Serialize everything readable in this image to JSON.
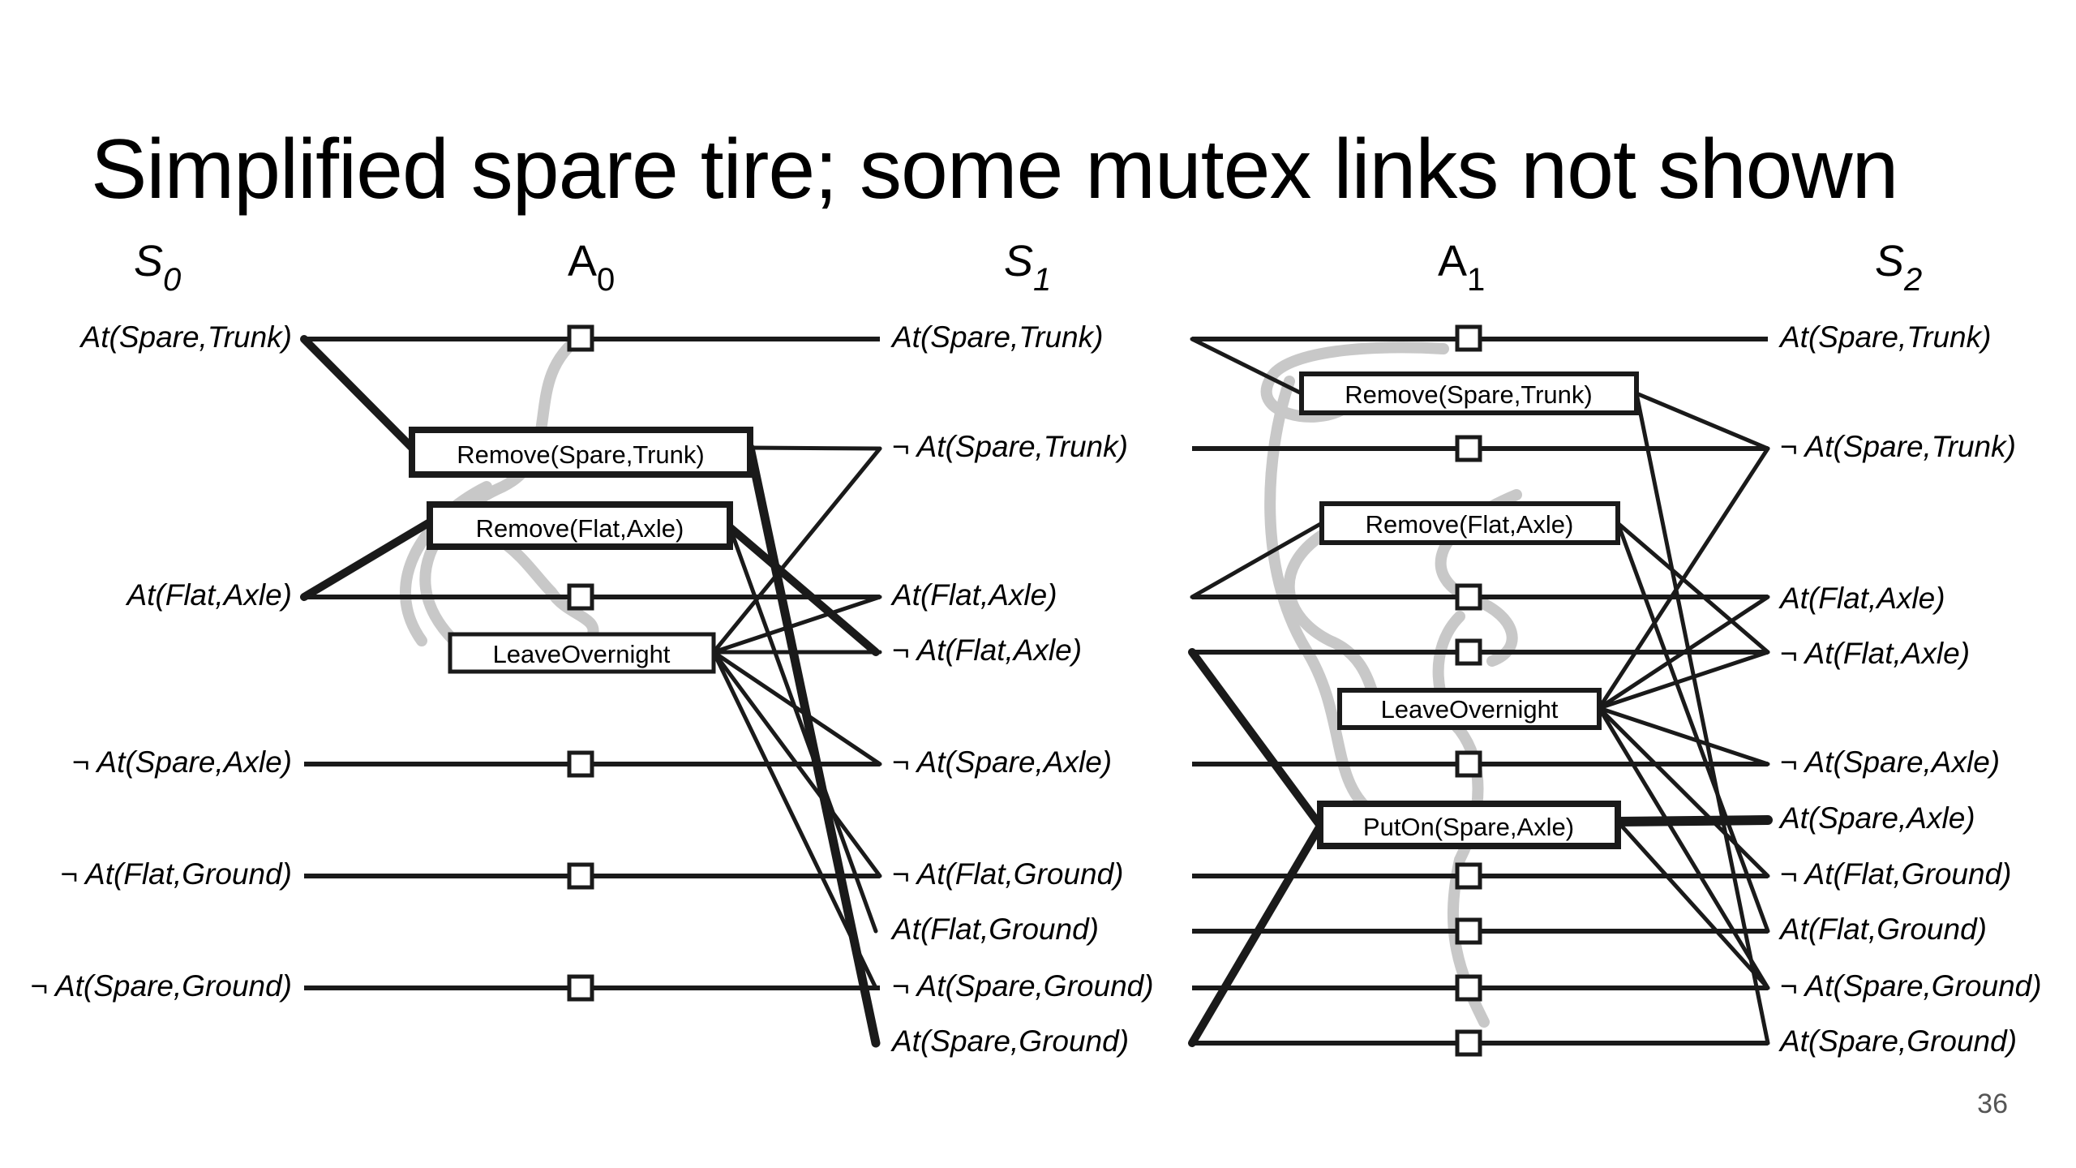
{
  "title": "Simplified spare tire; some mutex links not shown",
  "page_number": "36",
  "levels": [
    {
      "letter": "S",
      "sub": "0"
    },
    {
      "letter": "A",
      "sub": "0"
    },
    {
      "letter": "S",
      "sub": "1"
    },
    {
      "letter": "A",
      "sub": "1"
    },
    {
      "letter": "S",
      "sub": "2"
    }
  ],
  "s0": [
    "At(Spare,Trunk)",
    "At(Flat,Axle)",
    "¬ At(Spare,Axle)",
    "¬ At(Flat,Ground)",
    "¬ At(Spare,Ground)"
  ],
  "s1": [
    "At(Spare,Trunk)",
    "¬ At(Spare,Trunk)",
    "At(Flat,Axle)",
    "¬ At(Flat,Axle)",
    "¬ At(Spare,Axle)",
    "¬ At(Flat,Ground)",
    "At(Flat,Ground)",
    "¬ At(Spare,Ground)",
    "At(Spare,Ground)"
  ],
  "s2": [
    "At(Spare,Trunk)",
    "¬ At(Spare,Trunk)",
    "At(Flat,Axle)",
    "¬ At(Flat,Axle)",
    "¬ At(Spare,Axle)",
    "At(Spare,Axle)",
    "¬ At(Flat,Ground)",
    "At(Flat,Ground)",
    "¬ At(Spare,Ground)",
    "At(Spare,Ground)"
  ],
  "a0_actions": [
    "Remove(Spare,Trunk)",
    "Remove(Flat,Axle)",
    "LeaveOvernight"
  ],
  "a1_actions": [
    "Remove(Spare,Trunk)",
    "Remove(Flat,Axle)",
    "LeaveOvernight",
    "PutOn(Spare,Axle)"
  ],
  "colors": {
    "line": "#1a1a1a",
    "mutex": "#c8c8c8",
    "background": "#ffffff"
  }
}
